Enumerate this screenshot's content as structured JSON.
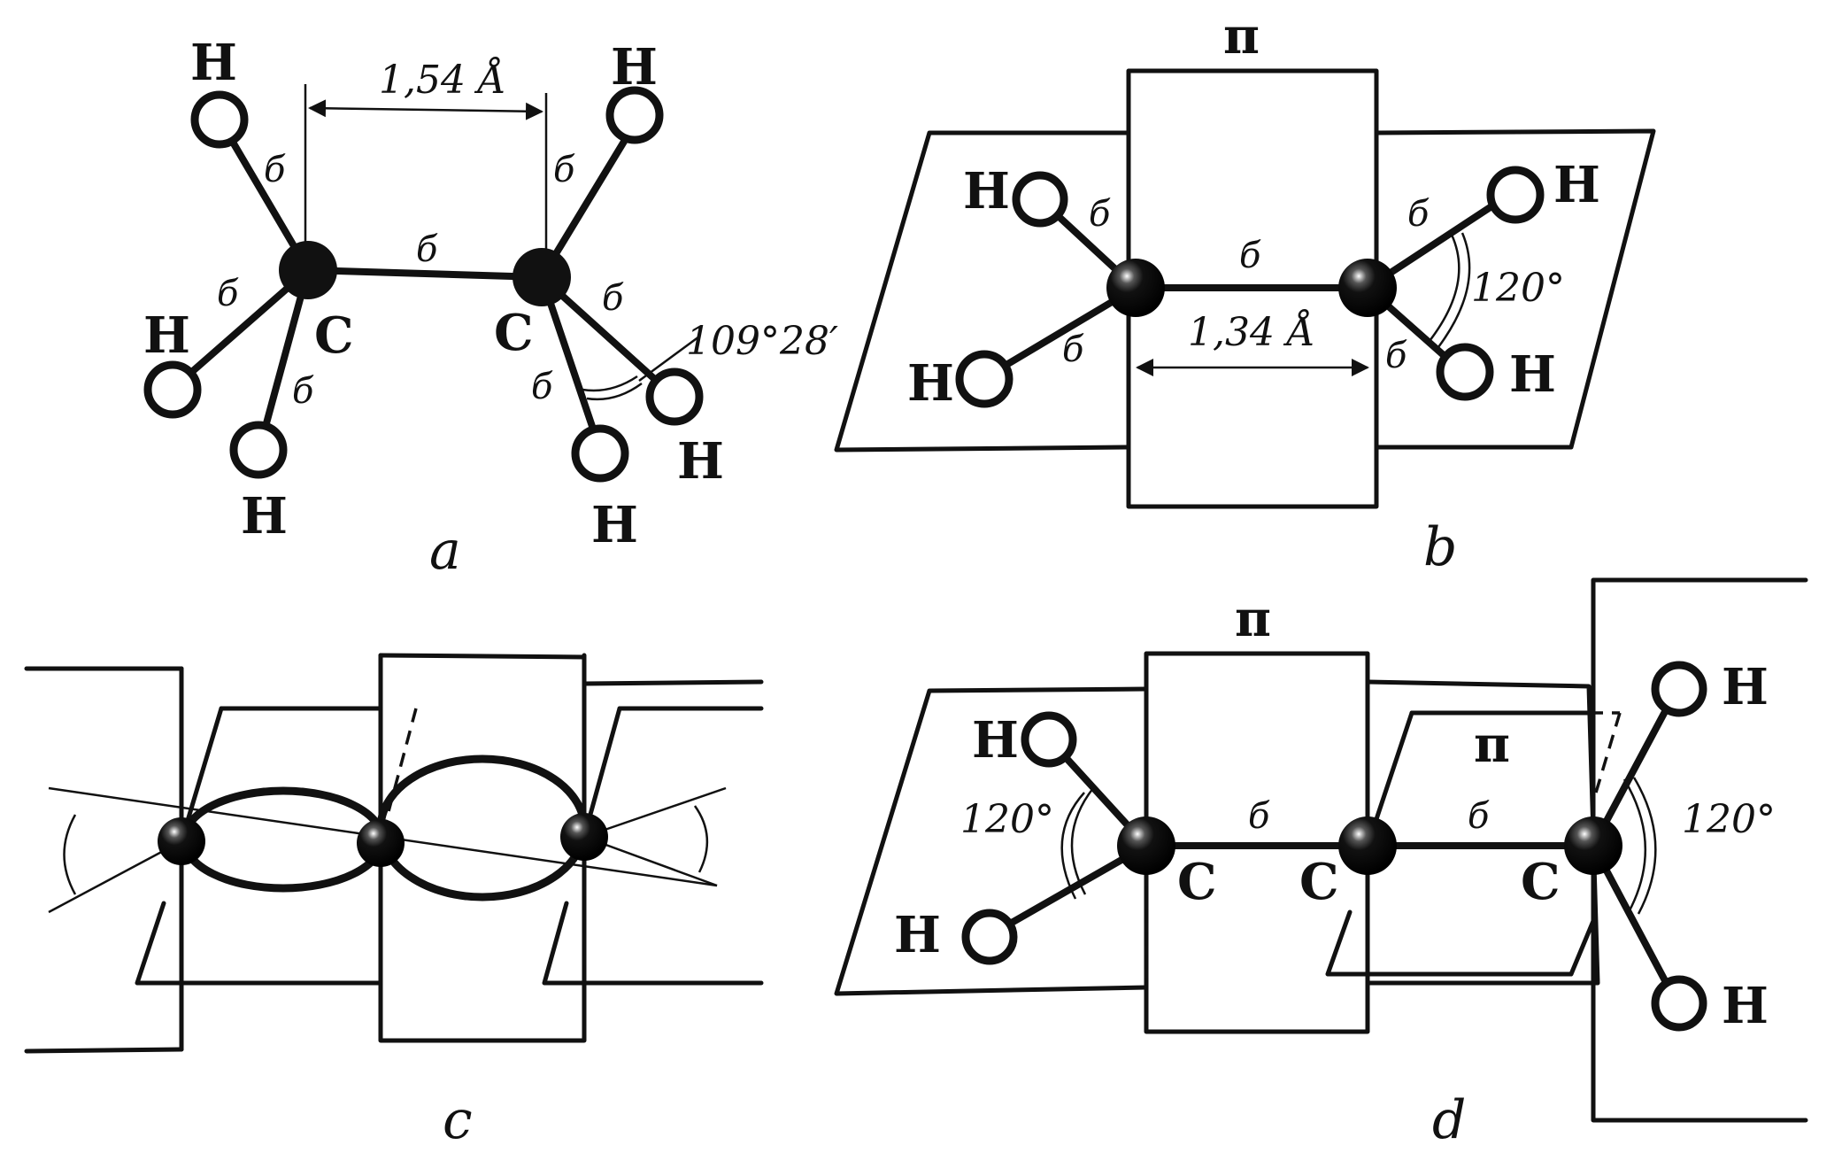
{
  "panel_a": {
    "caption": "a",
    "bond_length": "1,54 Å",
    "angle": "109°28′",
    "carbon": "C",
    "hydrogen": "H",
    "sigma": "б"
  },
  "panel_b": {
    "caption": "b",
    "bond_length": "1,34 Å",
    "angle": "120°",
    "pi": "π",
    "hydrogen": "H",
    "sigma": "б"
  },
  "panel_c": {
    "caption": "c"
  },
  "panel_d": {
    "caption": "d",
    "pi": "π",
    "angle": "120°",
    "carbon": "C",
    "hydrogen": "H",
    "sigma": "б"
  }
}
